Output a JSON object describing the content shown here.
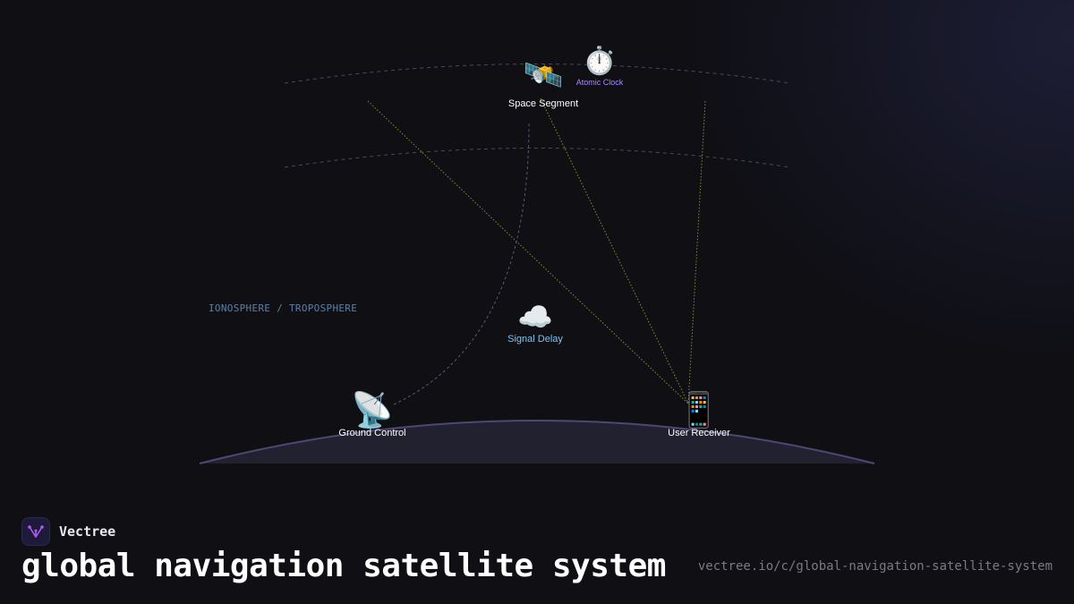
{
  "diagram": {
    "nodes": {
      "space_segment": {
        "icon": "🛰️",
        "icon_name": "satellite-icon",
        "label": "Space Segment",
        "label_color": "#ffffff"
      },
      "atomic_clock": {
        "icon": "⏱️",
        "icon_name": "stopwatch-icon",
        "label": "Atomic Clock",
        "label_color": "#a78bfa"
      },
      "signal_delay": {
        "icon": "☁️",
        "icon_name": "cloud-icon",
        "label": "Signal Delay",
        "label_color": "#7dc4f5"
      },
      "ground_control": {
        "icon": "📡",
        "icon_name": "satellite-dish-icon",
        "label": "Ground Control",
        "label_color": "#ffffff"
      },
      "user_receiver": {
        "icon": "📱",
        "icon_name": "mobile-phone-icon",
        "label": "User Receiver",
        "label_color": "#ffffff"
      }
    },
    "layer_label": "IONOSPHERE / TROPOSPHERE",
    "colors": {
      "background": "#0f0f14",
      "earth_fill": "#22212f",
      "earth_stroke": "#4c4875",
      "orbit_arc": "#4a4a5e",
      "signal_line": "#8a8a3a",
      "control_link": "#5a5a78"
    }
  },
  "footer": {
    "brand": {
      "name": "Vectree",
      "logo_icon": "vectree-logo-icon",
      "accent": "#b05cf0"
    },
    "title": "global navigation satellite system",
    "url": "vectree.io/c/global-navigation-satellite-system"
  }
}
